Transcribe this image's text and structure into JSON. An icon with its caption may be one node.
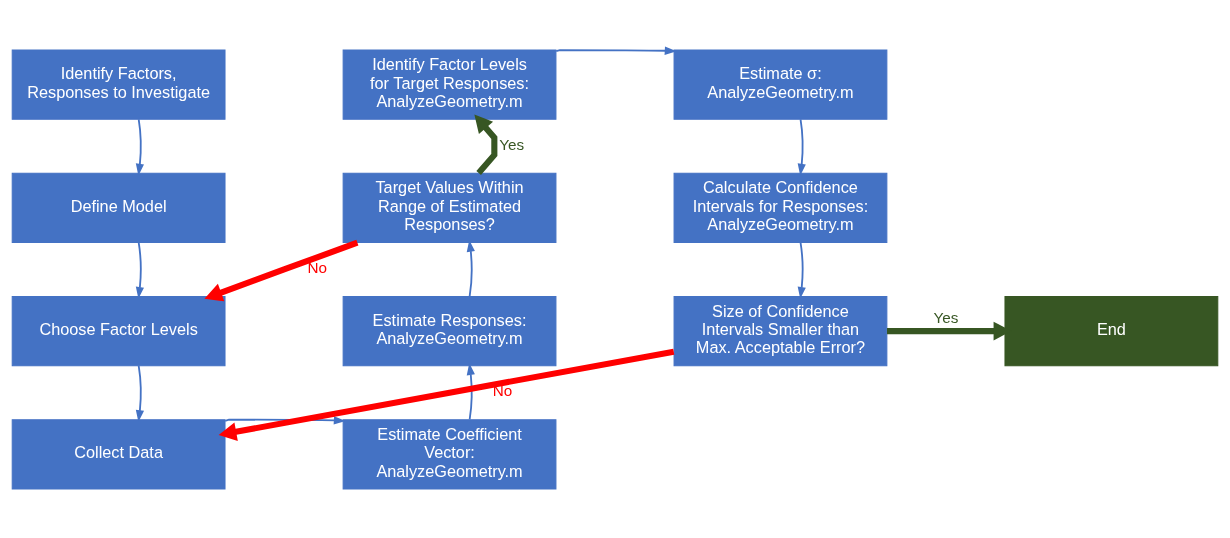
{
  "diagram": {
    "nodes": [
      {
        "text": [
          "Identify Factors, Responses to Investigate"
        ]
      },
      {
        "text": [
          "Define Model"
        ]
      },
      {
        "text": [
          "Choose Factor Levels"
        ]
      },
      {
        "text": [
          "Collect Data"
        ]
      },
      {
        "text": [
          "Estimate Coefficient Vector: AnalyzeGeometry.m"
        ]
      },
      {
        "text": [
          "Estimate Responses: AnalyzeGeometry.m"
        ]
      },
      {
        "text": [
          "Target Values Within Range of Estimated Responses?"
        ]
      },
      {
        "text": [
          "Identify Factor Levels for Target Responses: AnalyzeGeometry.m"
        ]
      },
      {
        "text": [
          "Estimate σ: AnalyzeGeometry.m"
        ]
      },
      {
        "text": [
          "Calculate Confidence Intervals for Responses: AnalyzeGeometry.m"
        ]
      },
      {
        "text": [
          "Size of Confidence Intervals Smaller than Max. Acceptable Error?"
        ]
      },
      {
        "text": [
          "End"
        ]
      }
    ],
    "edges": [
      {
        "from": 0,
        "to": 1,
        "arrow": "to"
      },
      {
        "from": 1,
        "to": 2,
        "arrow": "to"
      },
      {
        "from": 2,
        "to": 3,
        "arrow": "to"
      },
      {
        "from": 3,
        "to": 4,
        "arrow": "to"
      },
      {
        "from": 4,
        "to": 5,
        "arrow": "to"
      },
      {
        "from": 5,
        "to": 6,
        "arrow": "to"
      },
      {
        "from": 6,
        "to": 7,
        "arrow": "to",
        "label": "Yes",
        "style": "thick",
        "color": "#375623"
      },
      {
        "from": 6,
        "to": 2,
        "arrow": "to",
        "label": "No",
        "style": "thick",
        "color": "#ff0000"
      },
      {
        "from": 7,
        "to": 8,
        "arrow": "to"
      },
      {
        "from": 8,
        "to": 9,
        "arrow": "to"
      },
      {
        "from": 9,
        "to": 10,
        "arrow": "to"
      },
      {
        "from": 10,
        "to": 11,
        "arrow": "to",
        "label": "Yes",
        "style": "thick",
        "color": "#375623"
      },
      {
        "from": 10,
        "to": 3,
        "arrow": "to",
        "label": "No",
        "style": "thick",
        "color": "#ff0000"
      }
    ]
  }
}
